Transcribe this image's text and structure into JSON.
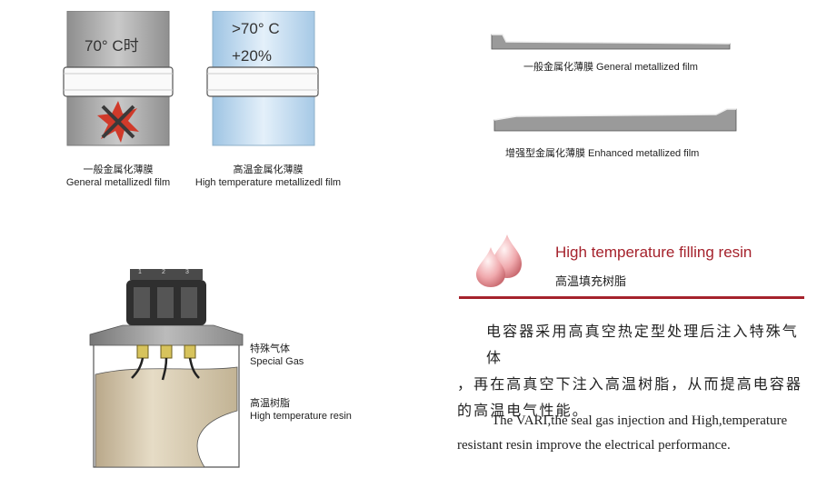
{
  "films": [
    {
      "overlay_lines": [
        "70° C时"
      ],
      "caption_zh": "一般金属化薄膜",
      "caption_en": "General metallizedl film",
      "status_icon": "broken-x-icon"
    },
    {
      "overlay_lines": [
        ">70° C",
        "+20%"
      ],
      "caption_zh": "高温金属化薄膜",
      "caption_en": "High temperature metallizedl film",
      "status_icon": "none"
    }
  ],
  "cross_sections": [
    {
      "label": "一般金属化薄膜  General metallized film"
    },
    {
      "label": "增强型金属化薄膜  Enhanced metallized film"
    }
  ],
  "capacitor": {
    "terminal_numbers": [
      "1",
      "2",
      "3"
    ],
    "gas_label_zh": "特殊气体",
    "gas_label_en": "Special Gas",
    "resin_label_zh": "高温树脂",
    "resin_label_en": "High temperature resin"
  },
  "section": {
    "title_en": "High temperature filling resin",
    "title_zh": "高温填充树脂",
    "accent_color": "#a5222c",
    "icon": "resin-drops-icon"
  },
  "description": {
    "zh_lines": [
      "电容器采用高真空热定型处理后注入特殊气体",
      "，再在高真空下注入高温树脂，从而提高电容器",
      "的高温电气性能。"
    ],
    "en_lines": [
      "The VARI,the seal gas injection and High,temperature",
      "resistant resin improve the electrical performance."
    ]
  }
}
